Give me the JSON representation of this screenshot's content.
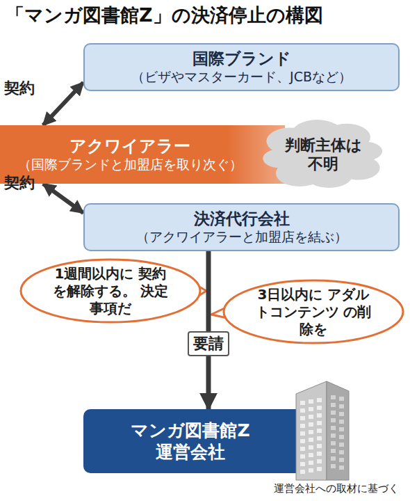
{
  "diagram": {
    "title": "「マンガ図書館Z」の決済停止の構図",
    "caption": "運営会社への取材に基づく",
    "nodes": [
      {
        "text": [
          "国際ブランド",
          "（ビザやマスターカード、JCBなど）"
        ]
      },
      {
        "text": [
          "アクワイアラー",
          "（国際ブランドと加盟店を取り次ぐ）"
        ]
      },
      {
        "text": [
          "判断主体は 不明"
        ]
      },
      {
        "text": [
          "決済代行会社",
          "（アクワイアラーと加盟店を結ぶ）"
        ]
      },
      {
        "text": [
          "1週間以内に 契約を解除する。 決定事項だ"
        ]
      },
      {
        "text": [
          "3日以内に アダルトコンテンツ の削除を"
        ]
      },
      {
        "text": [
          "マンガ図書館Z 運営会社"
        ]
      }
    ],
    "edges": [
      {
        "from": 0,
        "to": 1,
        "label": "契約",
        "arrow": "both"
      },
      {
        "from": 1,
        "to": 3,
        "label": "契約",
        "arrow": "both"
      },
      {
        "from": 3,
        "to": 6,
        "label": "要請",
        "arrow": "to"
      }
    ]
  }
}
